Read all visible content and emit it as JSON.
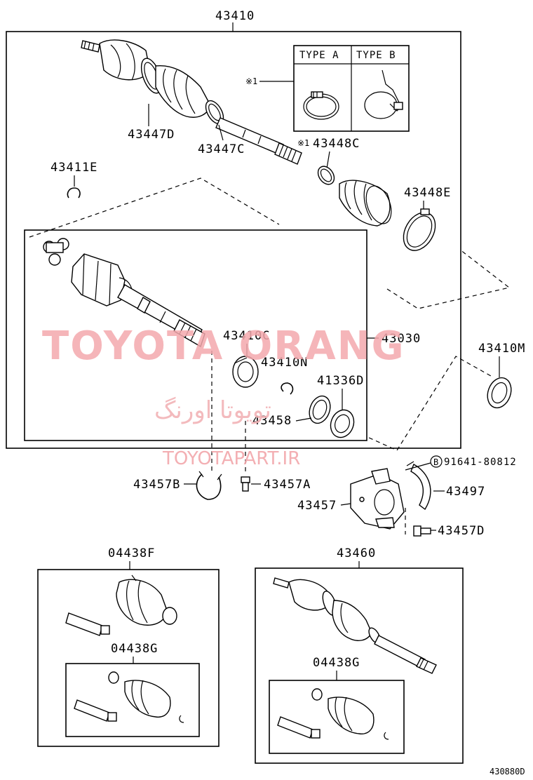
{
  "diagram": {
    "part_labels": {
      "p43410": "43410",
      "p43447D": "43447D",
      "p43447C": "43447C",
      "p43448C": "43448C",
      "p43411E": "43411E",
      "p43448E": "43448E",
      "p43410C": "43410C",
      "p43410N": "43410N",
      "p43030": "43030",
      "p43410M": "43410M",
      "p41336D": "41336D",
      "p43458": "43458",
      "p91641": "91641-80812",
      "p43457B": "43457B",
      "p43457A": "43457A",
      "p43457": "43457",
      "p43497": "43497",
      "p43457D": "43457D",
      "p04438F": "04438F",
      "p04438G_left": "04438G",
      "p43460": "43460",
      "p04438G_right": "04438G"
    },
    "note_mark": "※1",
    "note_mark_2": "※1",
    "bolt_symbol": "B",
    "type_table": {
      "type_a": "TYPE A",
      "type_b": "TYPE B"
    },
    "diagram_code": "430880D"
  },
  "watermarks": {
    "brand": "TOYOTA ORANG",
    "farsi": "تویوتا اورنگ",
    "site": "TOYOTAPART.IR"
  }
}
